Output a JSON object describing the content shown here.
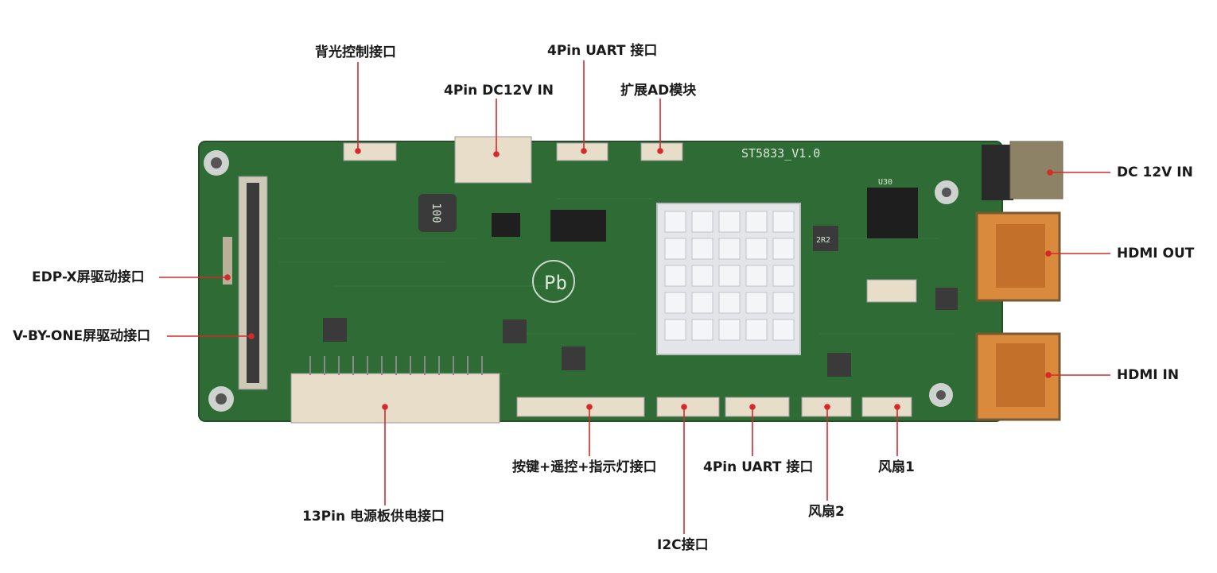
{
  "board": {
    "model_silkscreen": "ST5833_V1.0",
    "chip_u30": "U30",
    "pb_mark": "Pb",
    "inductor_100": "100",
    "inductor_2r2": "2R2"
  },
  "labels": {
    "backlight": "背光控制接口",
    "uart_top": "4Pin UART 接口",
    "dc12v_in_top": "4Pin DC12V IN",
    "ad_module": "扩展AD模块",
    "dc_12v_in": "DC 12V IN",
    "hdmi_out": "HDMI OUT",
    "hdmi_in": "HDMI IN",
    "edp_x": "EDP-X屏驱动接口",
    "vbyone": "V-BY-ONE屏驱动接口",
    "keys_remote": "按键+遥控+指示灯接口",
    "uart_bottom": "4Pin UART 接口",
    "fan1": "风扇1",
    "fan2": "风扇2",
    "i2c": "I2C接口",
    "power_13pin": "13Pin 电源板供电接口"
  },
  "colors": {
    "pcb": "#2f6b34",
    "pcb_dark": "#244f29",
    "leader": "#d42a2a",
    "connector": "#e8ddc8",
    "hdmi": "#d98a3c"
  }
}
